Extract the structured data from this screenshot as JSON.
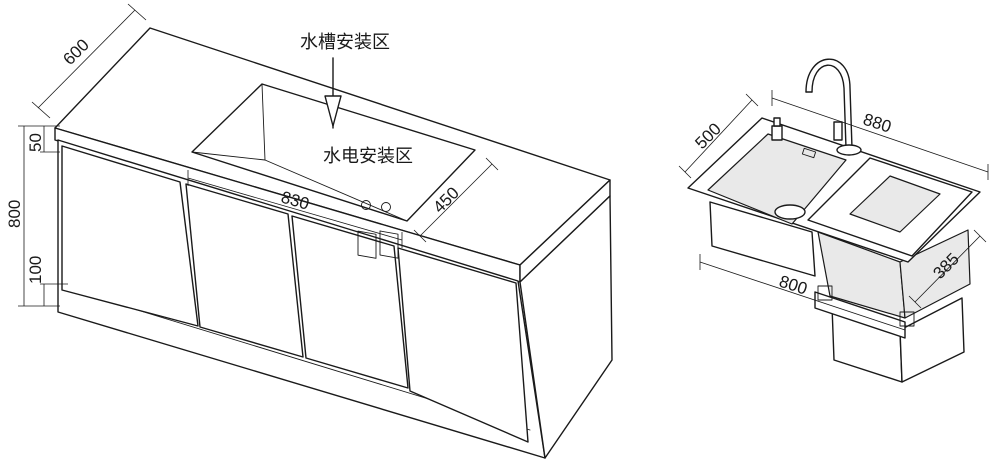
{
  "labels": {
    "sink_area": "水槽安装区",
    "utility_area": "水电安装区"
  },
  "cabinet_dims": {
    "depth": "600",
    "height": "800",
    "top_thickness": "50",
    "plinth": "100",
    "sink_length": "830",
    "sink_depth": "450"
  },
  "sink_dims": {
    "depth": "500",
    "length": "880",
    "under_length": "800",
    "under_depth": "385"
  }
}
